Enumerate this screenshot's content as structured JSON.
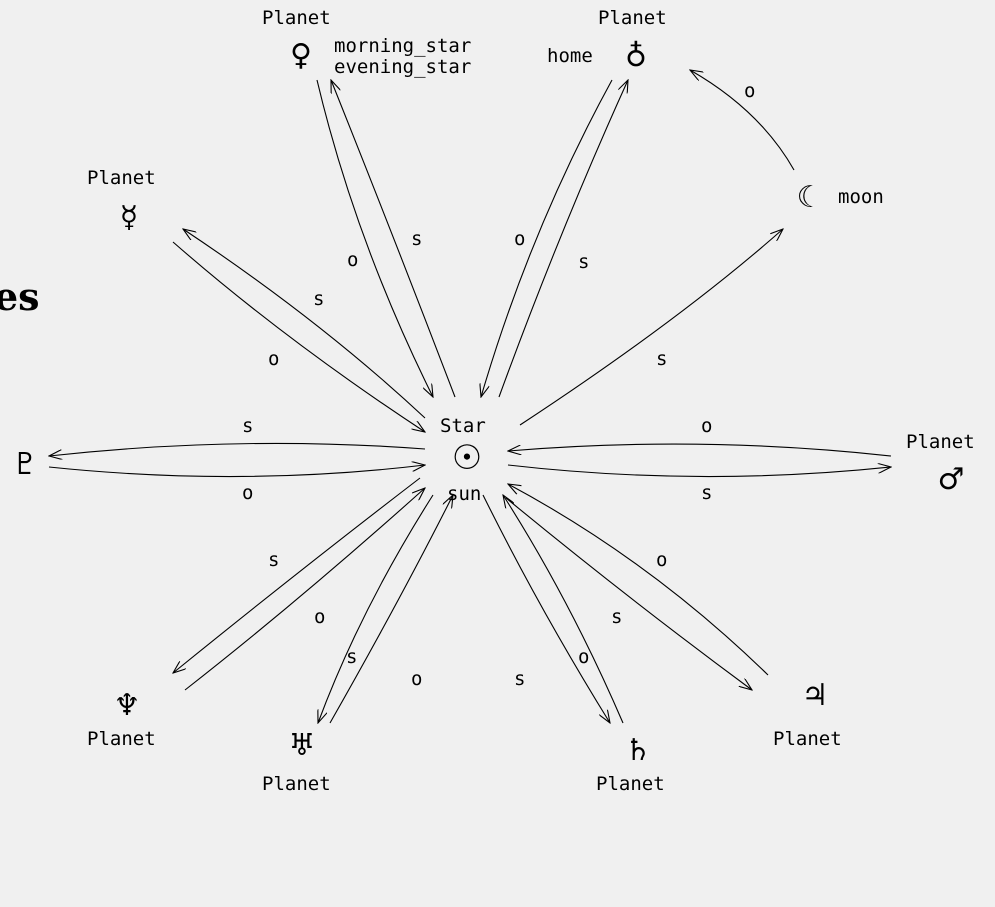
{
  "fragment_text": "es",
  "center": {
    "type": "Star",
    "symbol": "☉",
    "name": "sun"
  },
  "nodes": [
    {
      "id": "venus",
      "type": "Planet",
      "symbol": "♀",
      "names": [
        "morning_star",
        "evening_star"
      ]
    },
    {
      "id": "earth",
      "type": "Planet",
      "symbol": "♁",
      "names": [
        "home"
      ]
    },
    {
      "id": "moon",
      "type": "",
      "symbol": "☾",
      "names": [
        "moon"
      ]
    },
    {
      "id": "mercury",
      "type": "Planet",
      "symbol": "☿",
      "names": []
    },
    {
      "id": "pluto",
      "type": "",
      "symbol": "♇",
      "names": []
    },
    {
      "id": "mars",
      "type": "Planet",
      "symbol": "♂",
      "names": []
    },
    {
      "id": "neptune",
      "type": "Planet",
      "symbol": "♆",
      "names": []
    },
    {
      "id": "uranus",
      "type": "Planet",
      "symbol": "♅",
      "names": []
    },
    {
      "id": "saturn",
      "type": "Planet",
      "symbol": "♄",
      "names": []
    },
    {
      "id": "jupiter",
      "type": "Planet",
      "symbol": "♃",
      "names": []
    }
  ],
  "edges": [
    {
      "from": "venus",
      "to": "sun",
      "label": "o"
    },
    {
      "from": "sun",
      "to": "venus",
      "label": "s"
    },
    {
      "from": "earth",
      "to": "sun",
      "label": "o"
    },
    {
      "from": "sun",
      "to": "earth",
      "label": "s"
    },
    {
      "from": "mercury",
      "to": "sun",
      "label": "o"
    },
    {
      "from": "sun",
      "to": "mercury",
      "label": "s"
    },
    {
      "from": "sun",
      "to": "pluto",
      "label": "s"
    },
    {
      "from": "pluto",
      "to": "sun",
      "label": "o"
    },
    {
      "from": "mars",
      "to": "sun",
      "label": "o"
    },
    {
      "from": "sun",
      "to": "mars",
      "label": "s"
    },
    {
      "from": "neptune",
      "to": "sun",
      "label": "o"
    },
    {
      "from": "sun",
      "to": "neptune",
      "label": "s"
    },
    {
      "from": "uranus",
      "to": "sun",
      "label": "o"
    },
    {
      "from": "sun",
      "to": "uranus",
      "label": "s"
    },
    {
      "from": "saturn",
      "to": "sun",
      "label": "o"
    },
    {
      "from": "sun",
      "to": "saturn",
      "label": "s"
    },
    {
      "from": "jupiter",
      "to": "sun",
      "label": "o"
    },
    {
      "from": "sun",
      "to": "jupiter",
      "label": "s"
    },
    {
      "from": "sun",
      "to": "moon",
      "label": "s"
    },
    {
      "from": "moon",
      "to": "earth",
      "label": "o"
    }
  ]
}
